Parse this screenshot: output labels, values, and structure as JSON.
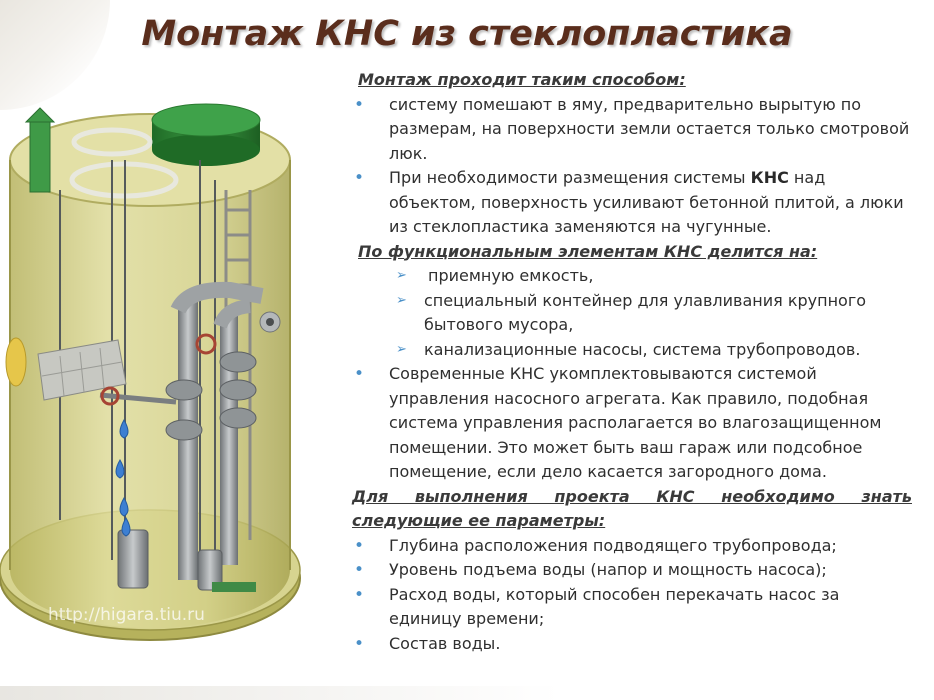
{
  "title": "Монтаж КНС из стеклопластика",
  "watermark": "http://higara.tiu.ru",
  "section1": {
    "heading": "Монтаж проходит таким способом:",
    "bullets": [
      "системy помешают в яму, предварительно вырытую по размерам, на поверхности земли остается только смотровой люк.",
      {
        "before": "При необходимости размещения системы ",
        "bold": "КНС",
        "after": " над объектом, поверхность усиливают бетонной плитой, а люки из стеклопластика заменяются на чугунные."
      }
    ]
  },
  "section2": {
    "heading": "По функциональным элементам КНС делится на:",
    "items": [
      "приемную емкость,",
      "специальный контейнер для улавливания крупного бытового мусора,",
      "канализационные насосы, система трубопроводов."
    ]
  },
  "section3": {
    "bullet": "Современные КНС укомплектовываются системой управления насосного агрегата. Как правило, подобная система управления располагается во влагозащищенном помещении. Это может быть ваш гараж или подсобное помещение, если дело касается загородного дома."
  },
  "section4": {
    "heading_line1": "Для выполнения проекта КНС необходимо знать",
    "heading_line2": "следующие ее параметры:",
    "bullets": [
      "Глубина расположения подводящего трубопровода;",
      "Уровень подъема воды (напор и мощность насоса);",
      "Расход воды, который способен перекачать насос за единицу времени;",
      "Состав воды."
    ]
  },
  "colors": {
    "title": "#5a2d1c",
    "bullet": "#4a90c8",
    "tank": "#c9c67a",
    "hatch": "#2e7d32"
  },
  "icons": {
    "bullet": "dot-bullet-icon",
    "arrow": "arrow-bullet-icon"
  }
}
